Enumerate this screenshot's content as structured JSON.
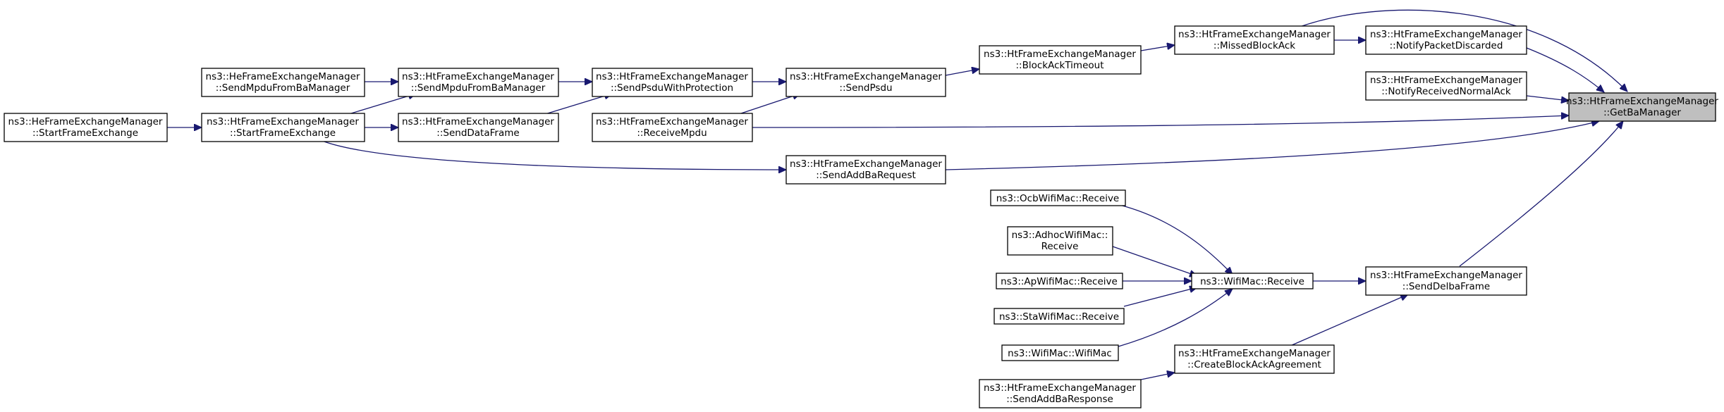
{
  "graph": {
    "edge_color": "#191970",
    "focus_fill": "#bfbfbf",
    "nodes": [
      {
        "id": "getbamanager",
        "lines": [
          "ns3::HtFrameExchangeManager",
          "::GetBaManager"
        ],
        "focus": true
      },
      {
        "id": "missedblockack",
        "lines": [
          "ns3::HtFrameExchangeManager",
          "::MissedBlockAck"
        ]
      },
      {
        "id": "notifypacketdiscarded",
        "lines": [
          "ns3::HtFrameExchangeManager",
          "::NotifyPacketDiscarded"
        ]
      },
      {
        "id": "notifyreceivednormalack",
        "lines": [
          "ns3::HtFrameExchangeManager",
          "::NotifyReceivedNormalAck"
        ]
      },
      {
        "id": "blockacktimeout",
        "lines": [
          "ns3::HtFrameExchangeManager",
          "::BlockAckTimeout"
        ]
      },
      {
        "id": "sendpsdu",
        "lines": [
          "ns3::HtFrameExchangeManager",
          "::SendPsdu"
        ]
      },
      {
        "id": "sendpsduwithprotection",
        "lines": [
          "ns3::HtFrameExchangeManager",
          "::SendPsduWithProtection"
        ]
      },
      {
        "id": "receivempdu",
        "lines": [
          "ns3::HtFrameExchangeManager",
          "::ReceiveMpdu"
        ]
      },
      {
        "id": "ht-sendmpdufrombamanager",
        "lines": [
          "ns3::HtFrameExchangeManager",
          "::SendMpduFromBaManager"
        ]
      },
      {
        "id": "senddataframe",
        "lines": [
          "ns3::HtFrameExchangeManager",
          "::SendDataFrame"
        ]
      },
      {
        "id": "he-sendmpdufrombamanager",
        "lines": [
          "ns3::HeFrameExchangeManager",
          "::SendMpduFromBaManager"
        ]
      },
      {
        "id": "ht-startframeexchange",
        "lines": [
          "ns3::HtFrameExchangeManager",
          "::StartFrameExchange"
        ]
      },
      {
        "id": "he-startframeexchange",
        "lines": [
          "ns3::HeFrameExchangeManager",
          "::StartFrameExchange"
        ]
      },
      {
        "id": "sendaddbarequest",
        "lines": [
          "ns3::HtFrameExchangeManager",
          "::SendAddBaRequest"
        ]
      },
      {
        "id": "senddelbaframe",
        "lines": [
          "ns3::HtFrameExchangeManager",
          "::SendDelbaFrame"
        ]
      },
      {
        "id": "wifimac-receive",
        "lines": [
          "ns3::WifiMac::Receive"
        ]
      },
      {
        "id": "ocbwifimac-receive",
        "lines": [
          "ns3::OcbWifiMac::Receive"
        ]
      },
      {
        "id": "adhocwifimac-receive",
        "lines": [
          "ns3::AdhocWifiMac::",
          "Receive"
        ]
      },
      {
        "id": "apwifimac-receive",
        "lines": [
          "ns3::ApWifiMac::Receive"
        ]
      },
      {
        "id": "stawifimac-receive",
        "lines": [
          "ns3::StaWifiMac::Receive"
        ]
      },
      {
        "id": "wifimac-wifimac",
        "lines": [
          "ns3::WifiMac::WifiMac"
        ]
      },
      {
        "id": "createblockackagreement",
        "lines": [
          "ns3::HtFrameExchangeManager",
          "::CreateBlockAckAgreement"
        ]
      },
      {
        "id": "sendaddbaresponse",
        "lines": [
          "ns3::HtFrameExchangeManager",
          "::SendAddBaResponse"
        ]
      }
    ]
  }
}
